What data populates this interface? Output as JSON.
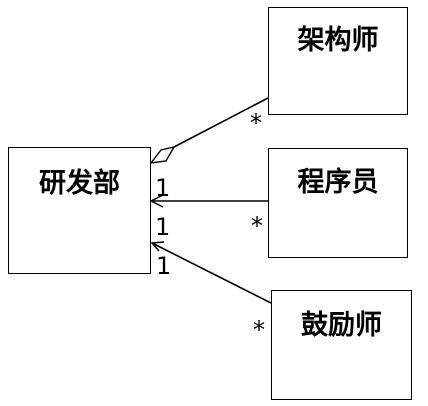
{
  "diagram": {
    "classes": {
      "rd_dept": {
        "name": "研发部"
      },
      "architect": {
        "name": "架构师"
      },
      "programmer": {
        "name": "程序员"
      },
      "motivator": {
        "name": "鼓励师"
      }
    },
    "associations": [
      {
        "from": "研发部",
        "to": "架构师",
        "kind": "aggregation",
        "from_multiplicity": "",
        "to_multiplicity": "*"
      },
      {
        "from": "研发部",
        "to": "程序员",
        "kind": "navigable",
        "from_multiplicity": "1",
        "to_multiplicity": "*"
      },
      {
        "from": "研发部",
        "to": "鼓励师",
        "kind": "navigable",
        "from_multiplicity": "1",
        "to_multiplicity": "*"
      }
    ],
    "labels": {
      "architect_mult": "*",
      "programmer_dept_mult": "1",
      "programmer_mult": "*",
      "motivator_dept_mult_a": "1",
      "motivator_dept_mult_b": "1",
      "motivator_mult": "*"
    },
    "colors": {
      "line": "#000000",
      "background": "#ffffff"
    }
  }
}
